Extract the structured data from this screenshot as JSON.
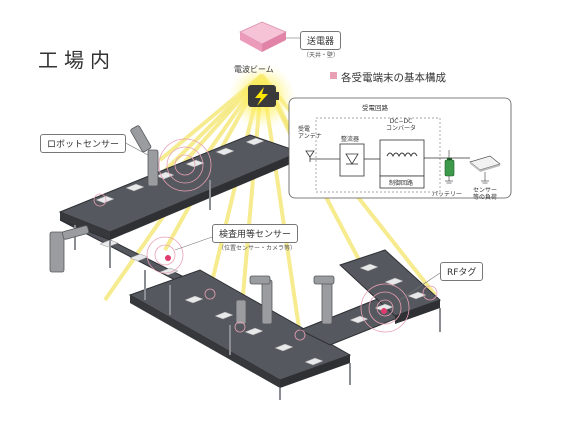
{
  "title": "工場内",
  "transmitter": {
    "label": "送電器",
    "sub": "（天井・壁）"
  },
  "beam_label": "電波ビーム",
  "config": {
    "heading": "各受電端末の基本構成",
    "rx_circuit": "受電回路",
    "antenna": "受電\nアンテナ",
    "rectifier": "整流器",
    "dcdc": "DC−DC\nコンバータ",
    "control": "制御回路",
    "battery": "バッテリー",
    "load": "センサー\n等の負荷"
  },
  "callouts": {
    "robot": "ロボットセンサー",
    "inspection": "検査用等センサー",
    "inspection_sub": "（位置センサー・カメラ等）",
    "rf": "RFタグ"
  },
  "colors": {
    "beam": "#f3e46a",
    "transmitter": "#f2a6c2",
    "belt": "#4a4d52",
    "accent": "#e8a0b4",
    "battery": "#3c9a4a"
  }
}
